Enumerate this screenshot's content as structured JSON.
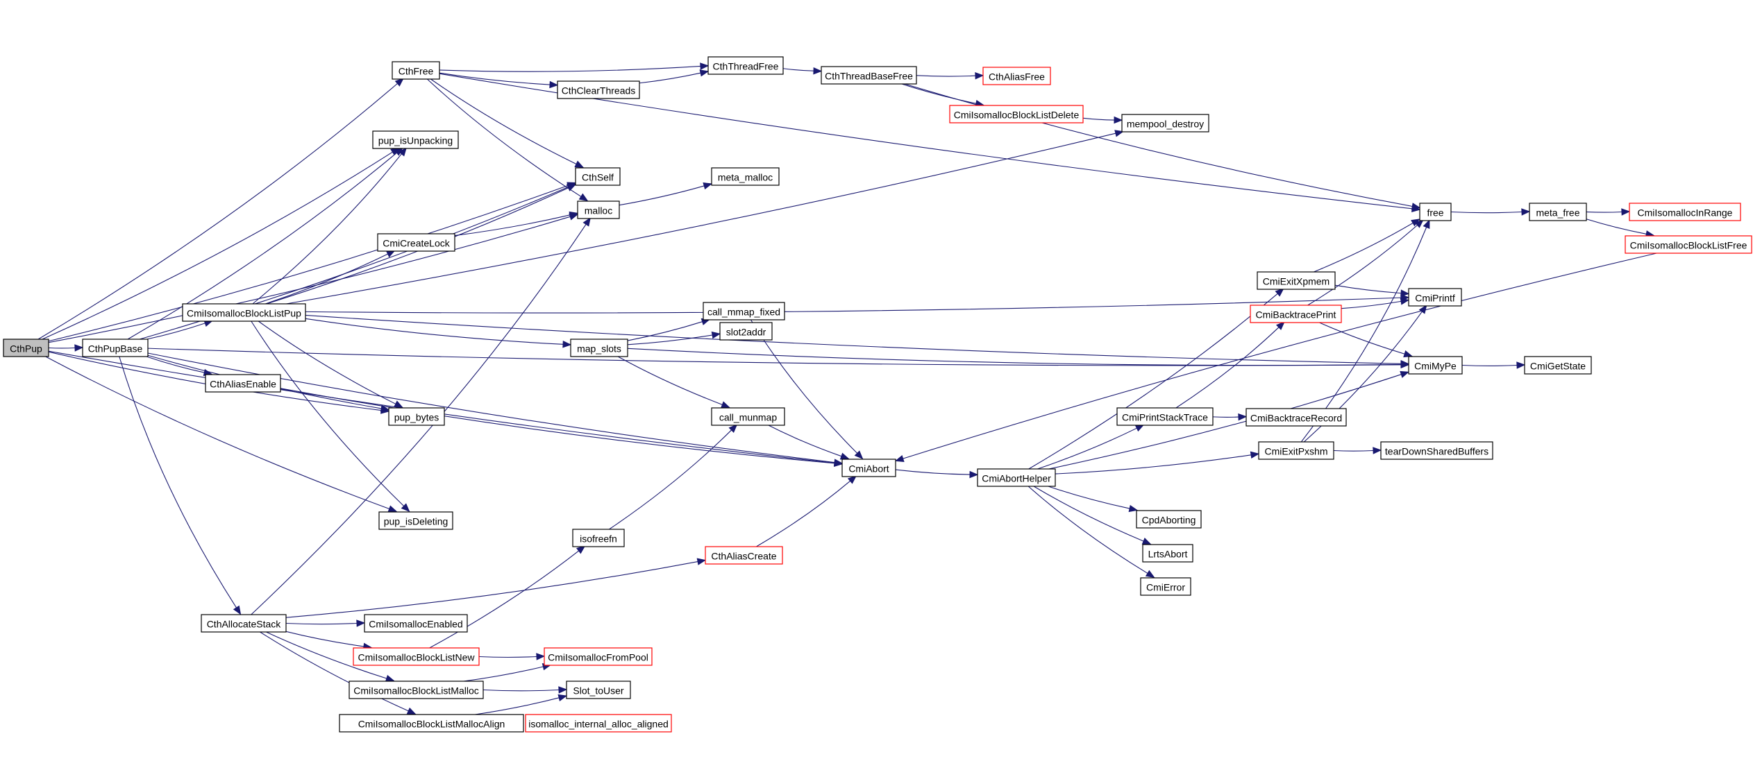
{
  "diagram": {
    "type": "call-graph",
    "root": "CthPup",
    "edge_color": "#191970",
    "external_border_color": "#ff0000",
    "root_fill_color": "#bfbfbf",
    "nodes": [
      {
        "id": "CthPup",
        "label": "CthPup",
        "style": "root"
      },
      {
        "id": "CthPupBase",
        "label": "CthPupBase",
        "style": "normal"
      },
      {
        "id": "CthFree",
        "label": "CthFree",
        "style": "normal"
      },
      {
        "id": "CthClearThreads",
        "label": "CthClearThreads",
        "style": "normal"
      },
      {
        "id": "CthThreadFree",
        "label": "CthThreadFree",
        "style": "normal"
      },
      {
        "id": "CthThreadBaseFree",
        "label": "CthThreadBaseFree",
        "style": "normal"
      },
      {
        "id": "CthAliasFree",
        "label": "CthAliasFree",
        "style": "external"
      },
      {
        "id": "CmiIsomallocBlockListDelete",
        "label": "CmiIsomallocBlockListDelete",
        "style": "external"
      },
      {
        "id": "mempool_destroy",
        "label": "mempool_destroy",
        "style": "normal"
      },
      {
        "id": "pup_isUnpacking",
        "label": "pup_isUnpacking",
        "style": "normal"
      },
      {
        "id": "CthSelf",
        "label": "CthSelf",
        "style": "normal"
      },
      {
        "id": "malloc",
        "label": "malloc",
        "style": "normal"
      },
      {
        "id": "meta_malloc",
        "label": "meta_malloc",
        "style": "normal"
      },
      {
        "id": "CmiCreateLock",
        "label": "CmiCreateLock",
        "style": "normal"
      },
      {
        "id": "free",
        "label": "free",
        "style": "normal"
      },
      {
        "id": "meta_free",
        "label": "meta_free",
        "style": "normal"
      },
      {
        "id": "CmiIsomallocInRange",
        "label": "CmiIsomallocInRange",
        "style": "external"
      },
      {
        "id": "CmiIsomallocBlockListFree",
        "label": "CmiIsomallocBlockListFree",
        "style": "external"
      },
      {
        "id": "CmiIsomallocBlockListPup",
        "label": "CmiIsomallocBlockListPup",
        "style": "normal"
      },
      {
        "id": "call_mmap_fixed",
        "label": "call_mmap_fixed",
        "style": "normal"
      },
      {
        "id": "slot2addr",
        "label": "slot2addr",
        "style": "normal"
      },
      {
        "id": "map_slots",
        "label": "map_slots",
        "style": "normal"
      },
      {
        "id": "CthAliasEnable",
        "label": "CthAliasEnable",
        "style": "normal"
      },
      {
        "id": "pup_bytes",
        "label": "pup_bytes",
        "style": "normal"
      },
      {
        "id": "call_munmap",
        "label": "call_munmap",
        "style": "normal"
      },
      {
        "id": "CmiAbort",
        "label": "CmiAbort",
        "style": "normal"
      },
      {
        "id": "CmiAbortHelper",
        "label": "CmiAbortHelper",
        "style": "normal"
      },
      {
        "id": "pup_isDeleting",
        "label": "pup_isDeleting",
        "style": "normal"
      },
      {
        "id": "isofreefn",
        "label": "isofreefn",
        "style": "normal"
      },
      {
        "id": "CthAliasCreate",
        "label": "CthAliasCreate",
        "style": "external"
      },
      {
        "id": "CthAllocateStack",
        "label": "CthAllocateStack",
        "style": "normal"
      },
      {
        "id": "CmiIsomallocEnabled",
        "label": "CmiIsomallocEnabled",
        "style": "normal"
      },
      {
        "id": "CmiIsomallocBlockListNew",
        "label": "CmiIsomallocBlockListNew",
        "style": "external"
      },
      {
        "id": "CmiIsomallocFromPool",
        "label": "CmiIsomallocFromPool",
        "style": "external"
      },
      {
        "id": "CmiIsomallocBlockListMalloc",
        "label": "CmiIsomallocBlockListMalloc",
        "style": "normal"
      },
      {
        "id": "Slot_toUser",
        "label": "Slot_toUser",
        "style": "normal"
      },
      {
        "id": "CmiIsomallocBlockListMallocAlign",
        "label": "CmiIsomallocBlockListMallocAlign",
        "style": "normal"
      },
      {
        "id": "isomalloc_internal_alloc_aligned",
        "label": "isomalloc_internal_alloc_aligned",
        "style": "external"
      },
      {
        "id": "CmiExitXpmem",
        "label": "CmiExitXpmem",
        "style": "normal"
      },
      {
        "id": "CmiBacktracePrint",
        "label": "CmiBacktracePrint",
        "style": "external"
      },
      {
        "id": "CmiPrintf",
        "label": "CmiPrintf",
        "style": "normal"
      },
      {
        "id": "CmiMyPe",
        "label": "CmiMyPe",
        "style": "normal"
      },
      {
        "id": "CmiGetState",
        "label": "CmiGetState",
        "style": "normal"
      },
      {
        "id": "CmiPrintStackTrace",
        "label": "CmiPrintStackTrace",
        "style": "normal"
      },
      {
        "id": "CmiBacktraceRecord",
        "label": "CmiBacktraceRecord",
        "style": "normal"
      },
      {
        "id": "CmiExitPxshm",
        "label": "CmiExitPxshm",
        "style": "normal"
      },
      {
        "id": "tearDownSharedBuffers",
        "label": "tearDownSharedBuffers",
        "style": "normal"
      },
      {
        "id": "CpdAborting",
        "label": "CpdAborting",
        "style": "normal"
      },
      {
        "id": "LrtsAbort",
        "label": "LrtsAbort",
        "style": "normal"
      },
      {
        "id": "CmiError",
        "label": "CmiError",
        "style": "normal"
      }
    ],
    "edges": [
      [
        "CthPup",
        "CthPupBase"
      ],
      [
        "CthPup",
        "CthFree"
      ],
      [
        "CthPup",
        "pup_isUnpacking"
      ],
      [
        "CthPup",
        "malloc"
      ],
      [
        "CthPup",
        "CthSelf"
      ],
      [
        "CthPup",
        "pup_bytes"
      ],
      [
        "CthPup",
        "CmiAbort"
      ],
      [
        "CthPup",
        "pup_isDeleting"
      ],
      [
        "CthPupBase",
        "CmiIsomallocBlockListPup"
      ],
      [
        "CthPupBase",
        "pup_isUnpacking"
      ],
      [
        "CthPupBase",
        "CthAliasEnable"
      ],
      [
        "CthPupBase",
        "pup_bytes"
      ],
      [
        "CthPupBase",
        "CmiAbort"
      ],
      [
        "CthPupBase",
        "CthAllocateStack"
      ],
      [
        "CthPupBase",
        "CmiMyPe"
      ],
      [
        "CthPupBase",
        "CthSelf"
      ],
      [
        "CthFree",
        "CthThreadFree"
      ],
      [
        "CthFree",
        "CthClearThreads"
      ],
      [
        "CthFree",
        "CthSelf"
      ],
      [
        "CthFree",
        "malloc"
      ],
      [
        "CthFree",
        "free"
      ],
      [
        "CthClearThreads",
        "CthThreadFree"
      ],
      [
        "CthThreadFree",
        "CthThreadBaseFree"
      ],
      [
        "CthThreadBaseFree",
        "CthAliasFree"
      ],
      [
        "CthThreadBaseFree",
        "CmiIsomallocBlockListDelete"
      ],
      [
        "CthThreadBaseFree",
        "free"
      ],
      [
        "CmiIsomallocBlockListDelete",
        "mempool_destroy"
      ],
      [
        "malloc",
        "meta_malloc"
      ],
      [
        "CmiCreateLock",
        "malloc"
      ],
      [
        "CmiIsomallocBlockListPup",
        "pup_isUnpacking"
      ],
      [
        "CmiIsomallocBlockListPup",
        "CthSelf"
      ],
      [
        "CmiIsomallocBlockListPup",
        "CmiCreateLock"
      ],
      [
        "CmiIsomallocBlockListPup",
        "mempool_destroy"
      ],
      [
        "CmiIsomallocBlockListPup",
        "CmiPrintf"
      ],
      [
        "CmiIsomallocBlockListPup",
        "map_slots"
      ],
      [
        "CmiIsomallocBlockListPup",
        "CmiMyPe"
      ],
      [
        "CmiIsomallocBlockListPup",
        "pup_bytes"
      ],
      [
        "CmiIsomallocBlockListPup",
        "pup_isDeleting"
      ],
      [
        "map_slots",
        "call_mmap_fixed"
      ],
      [
        "map_slots",
        "slot2addr"
      ],
      [
        "map_slots",
        "call_munmap"
      ],
      [
        "map_slots",
        "CmiMyPe"
      ],
      [
        "call_mmap_fixed",
        "CmiAbort"
      ],
      [
        "call_munmap",
        "CmiAbort"
      ],
      [
        "CthAliasEnable",
        "CmiAbort"
      ],
      [
        "CmiAbort",
        "CmiAbortHelper"
      ],
      [
        "CmiIsomallocBlockListFree",
        "CmiAbort"
      ],
      [
        "CmiAbortHelper",
        "CmiExitXpmem"
      ],
      [
        "CmiAbortHelper",
        "CmiPrintStackTrace"
      ],
      [
        "CmiAbortHelper",
        "CmiExitPxshm"
      ],
      [
        "CmiAbortHelper",
        "CmiMyPe"
      ],
      [
        "CmiAbortHelper",
        "CpdAborting"
      ],
      [
        "CmiAbortHelper",
        "LrtsAbort"
      ],
      [
        "CmiAbortHelper",
        "CmiError"
      ],
      [
        "CmiPrintStackTrace",
        "CmiBacktraceRecord"
      ],
      [
        "CmiPrintStackTrace",
        "CmiBacktracePrint"
      ],
      [
        "CmiExitPxshm",
        "tearDownSharedBuffers"
      ],
      [
        "CmiExitPxshm",
        "free"
      ],
      [
        "CmiExitPxshm",
        "CmiPrintf"
      ],
      [
        "CmiExitXpmem",
        "free"
      ],
      [
        "CmiExitXpmem",
        "CmiPrintf"
      ],
      [
        "CmiBacktracePrint",
        "free"
      ],
      [
        "CmiBacktracePrint",
        "CmiPrintf"
      ],
      [
        "CmiBacktracePrint",
        "CmiMyPe"
      ],
      [
        "CmiMyPe",
        "CmiGetState"
      ],
      [
        "free",
        "meta_free"
      ],
      [
        "meta_free",
        "CmiIsomallocInRange"
      ],
      [
        "meta_free",
        "CmiIsomallocBlockListFree"
      ],
      [
        "isofreefn",
        "call_munmap"
      ],
      [
        "CthAliasCreate",
        "CmiAbort"
      ],
      [
        "CthAllocateStack",
        "malloc"
      ],
      [
        "CthAllocateStack",
        "CthAliasCreate"
      ],
      [
        "CthAllocateStack",
        "CmiIsomallocEnabled"
      ],
      [
        "CthAllocateStack",
        "CmiIsomallocBlockListNew"
      ],
      [
        "CthAllocateStack",
        "CmiIsomallocBlockListMalloc"
      ],
      [
        "CthAllocateStack",
        "CmiIsomallocBlockListMallocAlign"
      ],
      [
        "CmiIsomallocBlockListNew",
        "CmiIsomallocFromPool"
      ],
      [
        "CmiIsomallocBlockListNew",
        "isofreefn"
      ],
      [
        "CmiIsomallocBlockListMalloc",
        "CmiIsomallocFromPool"
      ],
      [
        "CmiIsomallocBlockListMalloc",
        "Slot_toUser"
      ],
      [
        "CmiIsomallocBlockListMallocAlign",
        "Slot_toUser"
      ],
      [
        "CmiIsomallocBlockListMallocAlign",
        "isomalloc_internal_alloc_aligned"
      ]
    ]
  }
}
